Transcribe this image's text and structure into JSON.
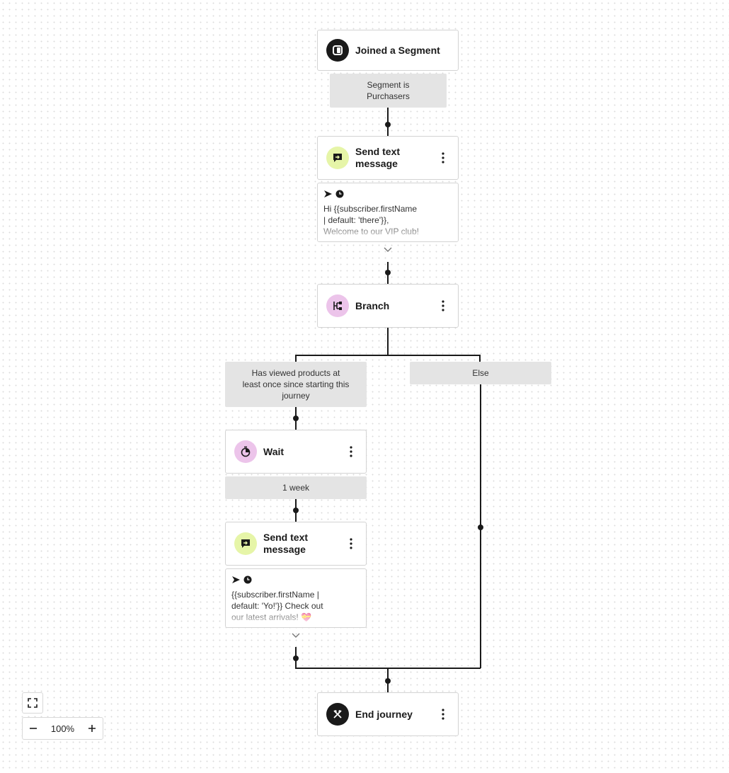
{
  "trigger": {
    "title": "Joined a Segment",
    "icon": "segment-icon"
  },
  "trigger_condition": {
    "text": "Segment is\nPurchasers"
  },
  "send_text_1": {
    "title": "Send text\nmessage",
    "icon": "message-icon",
    "message": "Hi {{subscriber.firstName\n| default: 'there'}},\nWelcome to our VIP club!"
  },
  "branch": {
    "title": "Branch",
    "icon": "branch-icon"
  },
  "branch_yes": {
    "text": "Has viewed products at least once since starting this journey"
  },
  "branch_else": {
    "text": "Else"
  },
  "wait": {
    "title": "Wait",
    "icon": "timer-icon"
  },
  "wait_duration": {
    "text": "1 week"
  },
  "send_text_2": {
    "title": "Send text\nmessage",
    "icon": "message-icon",
    "message": "{{subscriber.firstName |\ndefault: 'Yo!'}} Check out\nour latest arrivals! 💝"
  },
  "end": {
    "title": "End journey",
    "icon": "end-flag-icon"
  },
  "zoom": {
    "value": "100%"
  },
  "colors": {
    "lime": "#e6f5a8",
    "lilac": "#ecc4ea",
    "dark": "#1a1a1a",
    "pill": "#e4e4e4"
  }
}
